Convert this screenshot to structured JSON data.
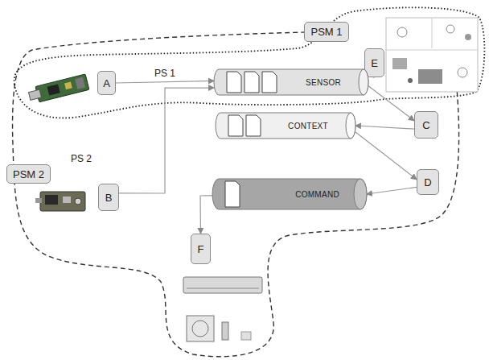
{
  "diagram": {
    "nodes": [
      {
        "text": [
          "PSM 1"
        ]
      },
      {
        "text": [
          "E"
        ]
      },
      {
        "text": [
          "A"
        ]
      },
      {
        "text": [
          "SENSOR"
        ]
      },
      {
        "text": [
          "C"
        ]
      },
      {
        "text": [
          "CONTEXT"
        ]
      },
      {
        "text": [
          "PSM 2"
        ]
      },
      {
        "text": [
          "B"
        ]
      },
      {
        "text": [
          "COMMAND"
        ]
      },
      {
        "text": [
          "D"
        ]
      },
      {
        "text": [
          "F"
        ]
      }
    ],
    "edges": [
      {
        "from": 2,
        "to": 3,
        "arrow": "to"
      },
      {
        "from": 7,
        "to": 3,
        "arrow": "to"
      },
      {
        "from": 3,
        "to": 1,
        "arrow": "to"
      },
      {
        "from": 3,
        "to": 4,
        "arrow": "to"
      },
      {
        "from": 4,
        "to": 5,
        "arrow": "to"
      },
      {
        "from": 5,
        "to": 9,
        "arrow": "to"
      },
      {
        "from": 9,
        "to": 8,
        "arrow": "to"
      },
      {
        "from": 8,
        "to": 10,
        "arrow": "to"
      }
    ],
    "labels": [
      "PS 1",
      "PS 2"
    ]
  }
}
